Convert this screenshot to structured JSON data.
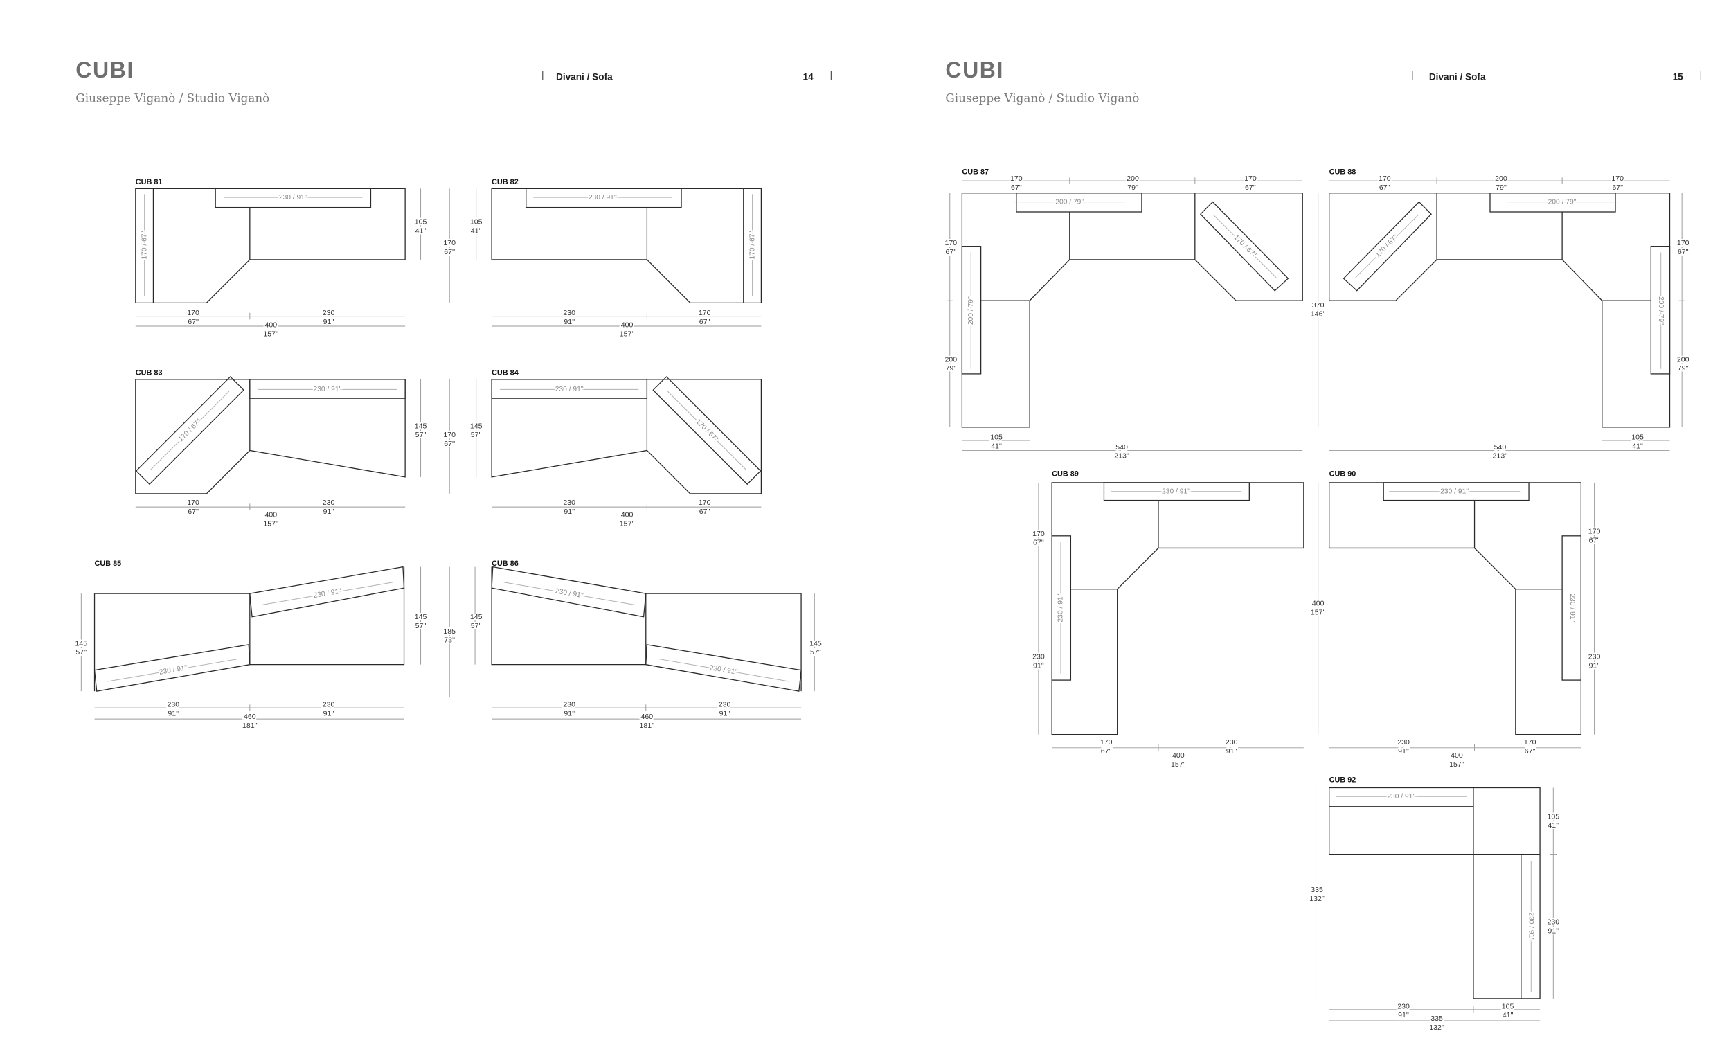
{
  "pages": [
    {
      "title": "CUBI",
      "designer": "Giuseppe Viganò / Studio Viganò",
      "section": "Divani / Sofa",
      "page_number": "14"
    },
    {
      "title": "CUBI",
      "designer": "Giuseppe Viganò / Studio Viganò",
      "section": "Divani / Sofa",
      "page_number": "15"
    }
  ],
  "diagrams": {
    "cub81": {
      "code": "CUB 81",
      "cushions": [
        "230 / 91''",
        "170 / 67''"
      ],
      "dims": [
        [
          "105",
          "41''"
        ],
        [
          "170",
          "67''"
        ],
        [
          "170",
          "67''"
        ],
        [
          "230",
          "91''"
        ],
        [
          "400",
          "157''"
        ]
      ]
    },
    "cub82": {
      "code": "CUB 82",
      "cushions": [
        "230 / 91''",
        "170 / 67''"
      ],
      "dims": [
        [
          "105",
          "41''"
        ],
        [
          "230",
          "91''"
        ],
        [
          "170",
          "67''"
        ],
        [
          "400",
          "157''"
        ]
      ]
    },
    "cub83": {
      "code": "CUB 83",
      "cushions": [
        "230 / 91''",
        "170 / 67''"
      ],
      "dims": [
        [
          "145",
          "57''"
        ],
        [
          "170",
          "67''"
        ],
        [
          "170",
          "67''"
        ],
        [
          "230",
          "91''"
        ],
        [
          "400",
          "157''"
        ]
      ]
    },
    "cub84": {
      "code": "CUB 84",
      "cushions": [
        "230 / 91''",
        "170 / 67''"
      ],
      "dims": [
        [
          "145",
          "57''"
        ],
        [
          "230",
          "91''"
        ],
        [
          "170",
          "67''"
        ],
        [
          "400",
          "157''"
        ]
      ]
    },
    "cub85": {
      "code": "CUB 85",
      "cushions": [
        "230 / 91''",
        "230 / 91''"
      ],
      "dims": [
        [
          "145",
          "57''"
        ],
        [
          "145",
          "57''"
        ],
        [
          "185",
          "73''"
        ],
        [
          "230",
          "91''"
        ],
        [
          "230",
          "91''"
        ],
        [
          "460",
          "181''"
        ]
      ]
    },
    "cub86": {
      "code": "CUB 86",
      "cushions": [
        "230 / 91''",
        "230 / 91''"
      ],
      "dims": [
        [
          "145",
          "57''"
        ],
        [
          "145",
          "57''"
        ],
        [
          "230",
          "91''"
        ],
        [
          "230",
          "91''"
        ],
        [
          "460",
          "181''"
        ]
      ]
    },
    "cub87": {
      "code": "CUB 87",
      "cushions": [
        "200 / 79''",
        "200 / 79''",
        "170 / 67''"
      ],
      "dims": [
        [
          "170",
          "67''"
        ],
        [
          "200",
          "79''"
        ],
        [
          "170",
          "67''"
        ],
        [
          "170",
          "67''"
        ],
        [
          "200",
          "79''"
        ],
        [
          "105",
          "41''"
        ],
        [
          "540",
          "213''"
        ],
        [
          "370",
          "146''"
        ]
      ]
    },
    "cub88": {
      "code": "CUB 88",
      "cushions": [
        "200 / 79''",
        "200 / 79''",
        "170 / 67''"
      ],
      "dims": [
        [
          "170",
          "67''"
        ],
        [
          "200",
          "79''"
        ],
        [
          "170",
          "67''"
        ],
        [
          "170",
          "67''"
        ],
        [
          "200",
          "79''"
        ],
        [
          "105",
          "41''"
        ],
        [
          "540",
          "213''"
        ]
      ]
    },
    "cub89": {
      "code": "CUB 89",
      "cushions": [
        "230 / 91''",
        "230 / 91''"
      ],
      "dims": [
        [
          "170",
          "67''"
        ],
        [
          "230",
          "91''"
        ],
        [
          "170",
          "67''"
        ],
        [
          "230",
          "91''"
        ],
        [
          "400",
          "157''"
        ],
        [
          "400",
          "157''"
        ]
      ]
    },
    "cub90": {
      "code": "CUB 90",
      "cushions": [
        "230 / 91''",
        "230 / 91''"
      ],
      "dims": [
        [
          "170",
          "67''"
        ],
        [
          "230",
          "91''"
        ],
        [
          "230",
          "91''"
        ],
        [
          "170",
          "67''"
        ],
        [
          "400",
          "157''"
        ]
      ]
    },
    "cub92": {
      "code": "CUB 92",
      "cushions": [
        "230 / 91''",
        "230 / 91''"
      ],
      "dims": [
        [
          "335",
          "132''"
        ],
        [
          "105",
          "41''"
        ],
        [
          "230",
          "91''"
        ],
        [
          "230",
          "91''"
        ],
        [
          "105",
          "41''"
        ],
        [
          "335",
          "132''"
        ]
      ]
    }
  }
}
